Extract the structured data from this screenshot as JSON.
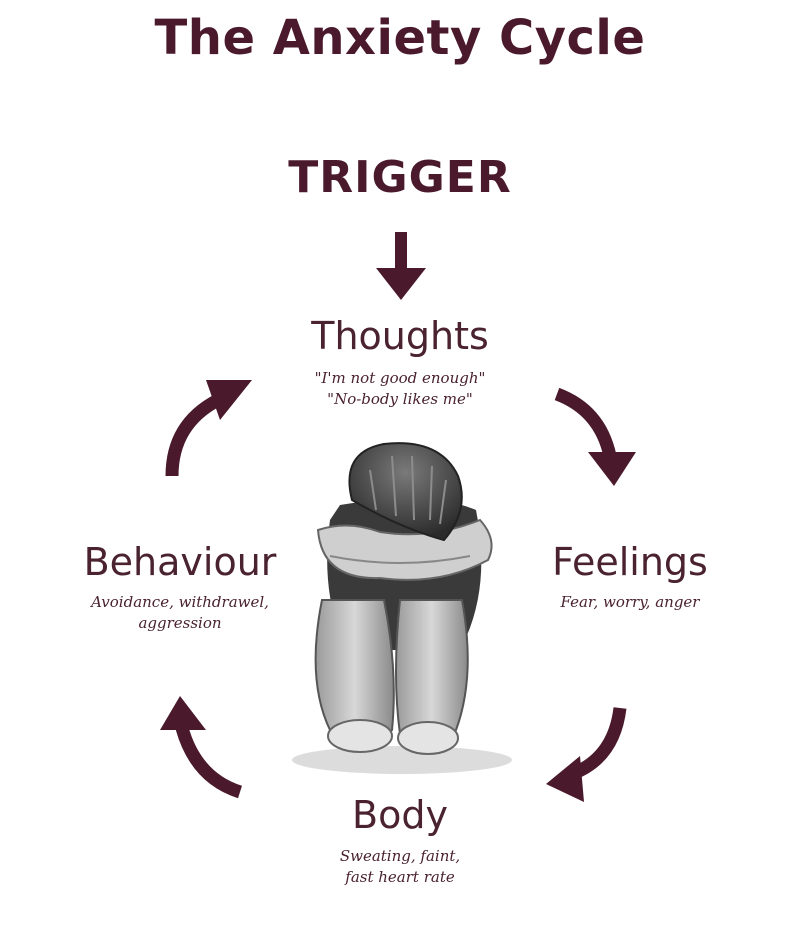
{
  "title": "The Anxiety Cycle",
  "trigger": "TRIGGER",
  "colors": {
    "accent": "#4a1a2c",
    "figure_dark": "#3a3a3a",
    "figure_light": "#cfcfcf"
  },
  "nodes": {
    "thoughts": {
      "label": "Thoughts",
      "note_lines": [
        "\"I'm not good enough\"",
        "\"No-body likes me\""
      ]
    },
    "feelings": {
      "label": "Feelings",
      "note_lines": [
        "Fear, worry, anger"
      ]
    },
    "body": {
      "label": "Body",
      "note_lines": [
        "Sweating, faint,",
        "fast heart rate"
      ]
    },
    "behaviour": {
      "label": "Behaviour",
      "note_lines": [
        "Avoidance, withdrawel,",
        "aggression"
      ]
    }
  },
  "icons": [
    "down-arrow-icon",
    "curved-arrow-icon",
    "child-figure-illustration"
  ]
}
